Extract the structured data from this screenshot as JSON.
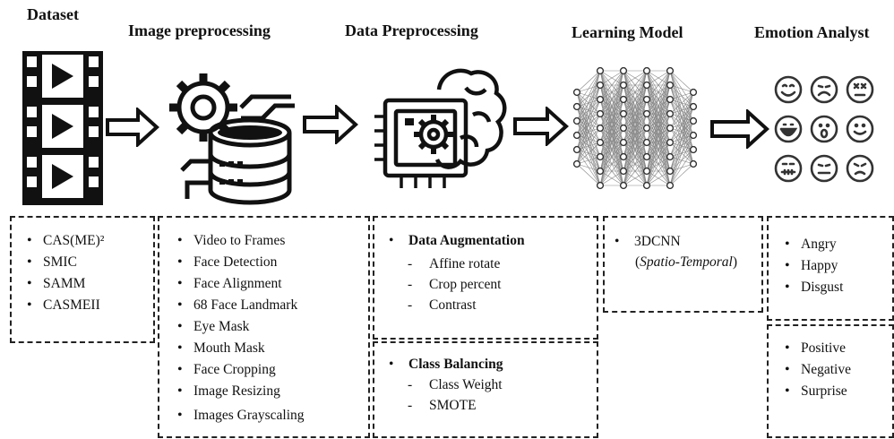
{
  "stages": [
    {
      "title": "Dataset",
      "icon": "film-strip-icon"
    },
    {
      "title": "Image preprocessing",
      "icon": "gear-database-icon"
    },
    {
      "title": "Data Preprocessing",
      "icon": "brain-chip-gear-icon"
    },
    {
      "title": "Learning Model",
      "icon": "neural-network-icon"
    },
    {
      "title": "Emotion Analyst",
      "icon": "emoji-faces-icon"
    }
  ],
  "dataset_items": [
    "CAS(ME)²",
    "SMIC",
    "SAMM",
    "CASMEII"
  ],
  "image_items": [
    "Video to Frames",
    "Face Detection",
    "Face Alignment",
    "68 Face Landmark",
    "Eye Mask",
    "Mouth Mask",
    "Face Cropping",
    "Image Resizing",
    "Images Grayscaling"
  ],
  "augmentation": {
    "header": "Data Augmentation",
    "items": [
      "Affine rotate",
      "Crop percent",
      "Contrast"
    ]
  },
  "balancing": {
    "header": "Class Balancing",
    "items": [
      "Class Weight",
      "SMOTE"
    ]
  },
  "model": {
    "name": "3DCNN",
    "paren_open": "(",
    "detail": "Spatio-Temporal",
    "paren_close": ")"
  },
  "emotions_a": [
    "Angry",
    "Happy",
    "Disgust"
  ],
  "emotions_b": [
    "Positive",
    "Negative",
    "Surprise"
  ]
}
